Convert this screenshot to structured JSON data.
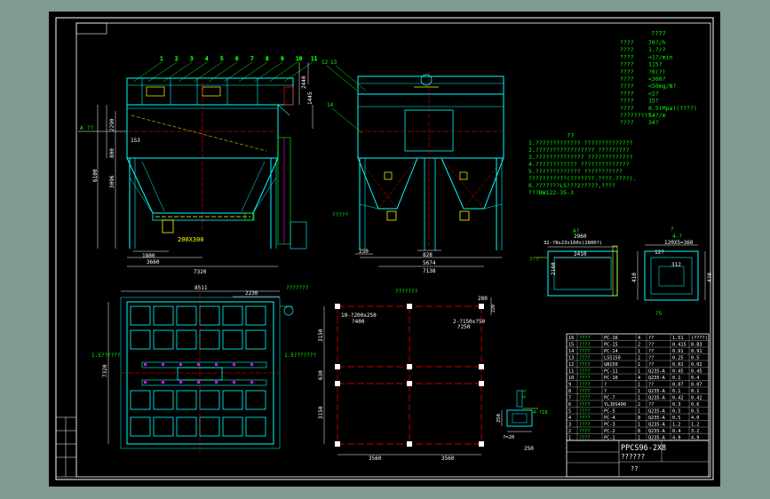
{
  "drawing": {
    "title_block_code": "PPCS96-2X8",
    "title_block_sub": "??????",
    "title_block_qq": "??",
    "sheet_ref_bottom": "??",
    "stack_label": "??????????"
  },
  "specs": {
    "title": "????",
    "rows": [
      {
        "k": "????",
        "v": "70?/h"
      },
      {
        "k": "????",
        "v": "1.?/?"
      },
      {
        "k": "????",
        "v": "<1?/min"
      },
      {
        "k": "????",
        "v": "115?"
      },
      {
        "k": "????",
        "v": "?0(?)"
      },
      {
        "k": "????",
        "v": "<300?"
      },
      {
        "k": "????",
        "v": "<50mg/N?"
      },
      {
        "k": "????",
        "v": "<2?"
      },
      {
        "k": "????",
        "v": "15?"
      },
      {
        "k": "????",
        "v": "0.5(Mpa)(????)"
      },
      {
        "k": "?????????",
        "v": "54?/m"
      },
      {
        "k": "????",
        "v": "34?"
      }
    ]
  },
  "notes": {
    "title": "??",
    "lines": [
      "1.?????????????  ??????????????",
      "2.?????????????????  ?????????",
      "3.??????????????  ?????????????",
      "4.????????????  ??????????????",
      "5.?????????????  ???????????",
      "  ???????????(???????.????.????).",
      "6.???????LS???2?????,????",
      "  ???BW122-35-3"
    ]
  },
  "front_view": {
    "callouts": [
      "1",
      "2",
      "3",
      "4",
      "5",
      "6",
      "7",
      "8",
      "9",
      "10",
      "11"
    ],
    "dim_top": "2440",
    "dim_side": "1445",
    "dim_total_height": "6100",
    "dim_upper": "2290",
    "dim_mid": "3096",
    "dim_bottom_left": "1800",
    "dim_base_a": "3660",
    "dim_base_total": "7320",
    "inlet_label": "A",
    "inlet_size": "??",
    "small_dim": "153",
    "small_dim2": "800",
    "hopper_size": "200X300"
  },
  "side_view": {
    "callouts": [
      "12",
      "13",
      "14"
    ],
    "dim_bottom": "5674",
    "dim_base": "7138",
    "dim_left": "250",
    "dim_mid": "828",
    "fan_label": "?????"
  },
  "plan_view": {
    "dim_width": "8511",
    "dim_right": "2230",
    "dim_height": "7320",
    "left_label": "1.5??????",
    "right_label": "1.5???????",
    "top_label": "???????"
  },
  "foundation": {
    "top_label": "???????",
    "dim_top_right": "280",
    "dim_right": "220",
    "hole_label1": "10-?200x250",
    "hole_label1b": "?400",
    "hole_label2": "2-?150x?50",
    "hole_label2b": "?250",
    "dim_v1": "3150",
    "dim_v2": "630",
    "dim_v3": "3150",
    "dim_h1": "3560",
    "dim_h2": "3560"
  },
  "detail_a": {
    "title": "A?",
    "dim_top": "2960",
    "flange": "32-?8x23x160x(2800?)",
    "dim_inner": "2410",
    "dim_side": "2160",
    "marker": "?-?"
  },
  "detail_b": {
    "title": "?",
    "note": "4-?",
    "dim_top": "120X5=360",
    "dim_inner": "12?",
    "dim_box": "312",
    "dim_left": "410",
    "dim_right": "4?0",
    "marker": "?5"
  },
  "detail_c": {
    "dim_v": "250",
    "label": "4-?18",
    "dim_h": "250",
    "dim_bot": "?=20",
    "side_mark": "C-C"
  },
  "parts_table": {
    "rows": [
      {
        "no": "16",
        "name": "????",
        "code": "PC-16",
        "qty": "4",
        "mat": "??",
        "wt": "1.51",
        "total": "(????)"
      },
      {
        "no": "15",
        "name": "????",
        "code": "PC-15",
        "qty": "2",
        "mat": "??",
        "wt": "0.415",
        "total": "0.83"
      },
      {
        "no": "14",
        "name": "????",
        "code": "PC-14",
        "qty": "1",
        "mat": "??",
        "wt": "0.91",
        "total": "0.91"
      },
      {
        "no": "13",
        "name": "????",
        "code": "LSS150",
        "qty": "2",
        "mat": "??",
        "wt": "0.25",
        "total": "0.5"
      },
      {
        "no": "12",
        "name": "????",
        "code": "GN150",
        "qty": "1",
        "mat": "??",
        "wt": "0.02",
        "total": "0.02"
      },
      {
        "no": "11",
        "name": "????",
        "code": "PC-11",
        "qty": "1",
        "mat": "Q235-A",
        "wt": "0.45",
        "total": "0.45"
      },
      {
        "no": "10",
        "name": "????",
        "code": "PC-10",
        "qty": "4",
        "mat": "Q235-A",
        "wt": "0.1",
        "total": "0.4"
      },
      {
        "no": "9",
        "name": "????",
        "code": "?",
        "qty": "1",
        "mat": "??",
        "wt": "0.07",
        "total": "0.07"
      },
      {
        "no": "8",
        "name": "????",
        "code": "?",
        "qty": "1",
        "mat": "Q235-A",
        "wt": "0.1",
        "total": "0.1"
      },
      {
        "no": "7",
        "name": "????",
        "code": "PC-7",
        "qty": "1",
        "mat": "Q235-A",
        "wt": "0.42",
        "total": "0.42"
      },
      {
        "no": "6",
        "name": "????",
        "code": "YLJDS400",
        "qty": "2",
        "mat": "??",
        "wt": "0.3",
        "total": "0.6"
      },
      {
        "no": "5",
        "name": "????",
        "code": "PC-5",
        "qty": "1",
        "mat": "Q235-A",
        "wt": "0.5",
        "total": "0.5"
      },
      {
        "no": "4",
        "name": "????",
        "code": "PC-4",
        "qty": "8",
        "mat": "Q235-A",
        "wt": "0.5",
        "total": "4.0"
      },
      {
        "no": "3",
        "name": "????",
        "code": "PC-3",
        "qty": "1",
        "mat": "Q235-A",
        "wt": "1.2",
        "total": "1.2"
      },
      {
        "no": "2",
        "name": "????",
        "code": "PC-2",
        "qty": "8",
        "mat": "Q235-A",
        "wt": "0.4",
        "total": "3.2"
      },
      {
        "no": "1",
        "name": "????",
        "code": "PC-1",
        "qty": "1",
        "mat": "Q235-A",
        "wt": "4.9",
        "total": "4.9"
      }
    ]
  },
  "colors": {
    "background": "#7f9a8f",
    "paper": "#000000",
    "frame": "#ffffff",
    "structure": "#00ffff",
    "text": "#00ff00",
    "dimension": "#ffffff",
    "center": "#ff0000",
    "accent": "#ffff00",
    "magenta": "#ff00ff"
  }
}
